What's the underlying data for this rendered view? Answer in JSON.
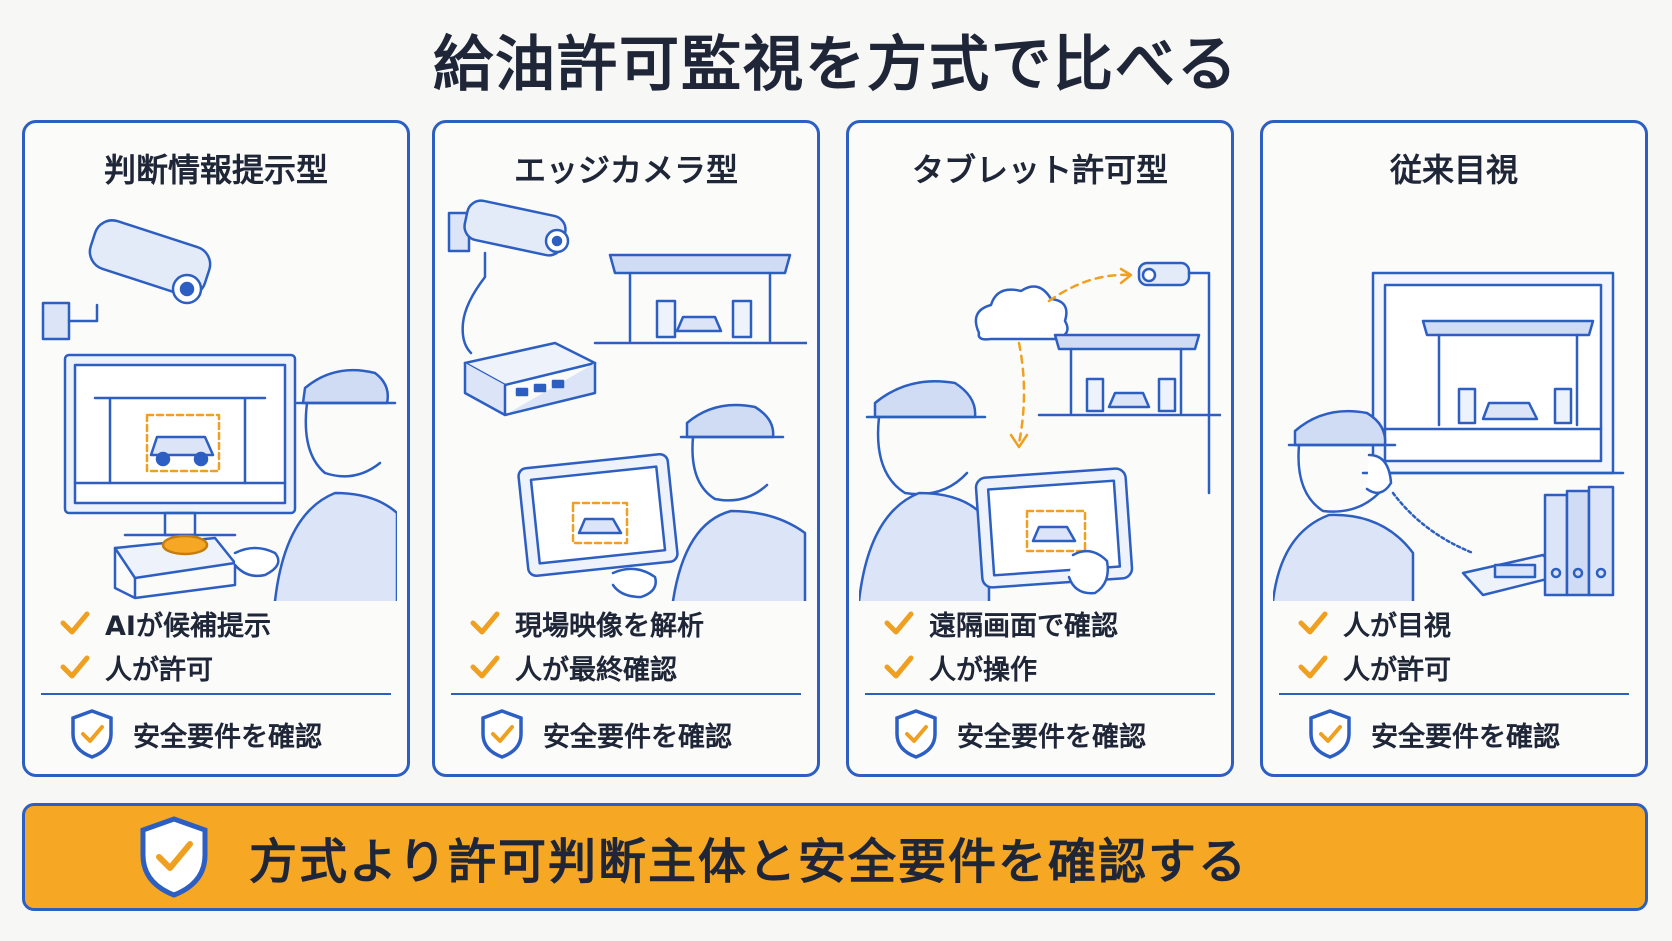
{
  "title": "給油許可監視を方式で比べる",
  "cards": [
    {
      "title": "判断情報提示型",
      "points": [
        "AIが候補提示",
        "人が許可"
      ],
      "footer": "安全要件を確認"
    },
    {
      "title": "エッジカメラ型",
      "points": [
        "現場映像を解析",
        "人が最終確認"
      ],
      "footer": "安全要件を確認"
    },
    {
      "title": "タブレット許可型",
      "points": [
        "遠隔画面で確認",
        "人が操作"
      ],
      "footer": "安全要件を確認"
    },
    {
      "title": "従来目視",
      "points": [
        "人が目視",
        "人が許可"
      ],
      "footer": "安全要件を確認"
    }
  ],
  "banner": {
    "text": "方式より許可判断主体と安全要件を確認する"
  },
  "icons": {
    "card1": [
      "security-camera-icon",
      "monitor-icon",
      "car-icon",
      "push-button-icon",
      "operator-icon"
    ],
    "card2": [
      "security-camera-icon",
      "edge-device-icon",
      "gas-station-icon",
      "tablet-icon",
      "operator-icon"
    ],
    "card3": [
      "cloud-icon",
      "security-camera-icon",
      "gas-station-icon",
      "tablet-icon",
      "operator-icon"
    ],
    "card4": [
      "window-icon",
      "gas-station-icon",
      "telephone-icon",
      "binders-icon",
      "operator-icon"
    ]
  },
  "colors": {
    "accent": "#2d5fc2",
    "highlight": "#f6a825",
    "text": "#1f2638",
    "check": "#f0a020"
  }
}
